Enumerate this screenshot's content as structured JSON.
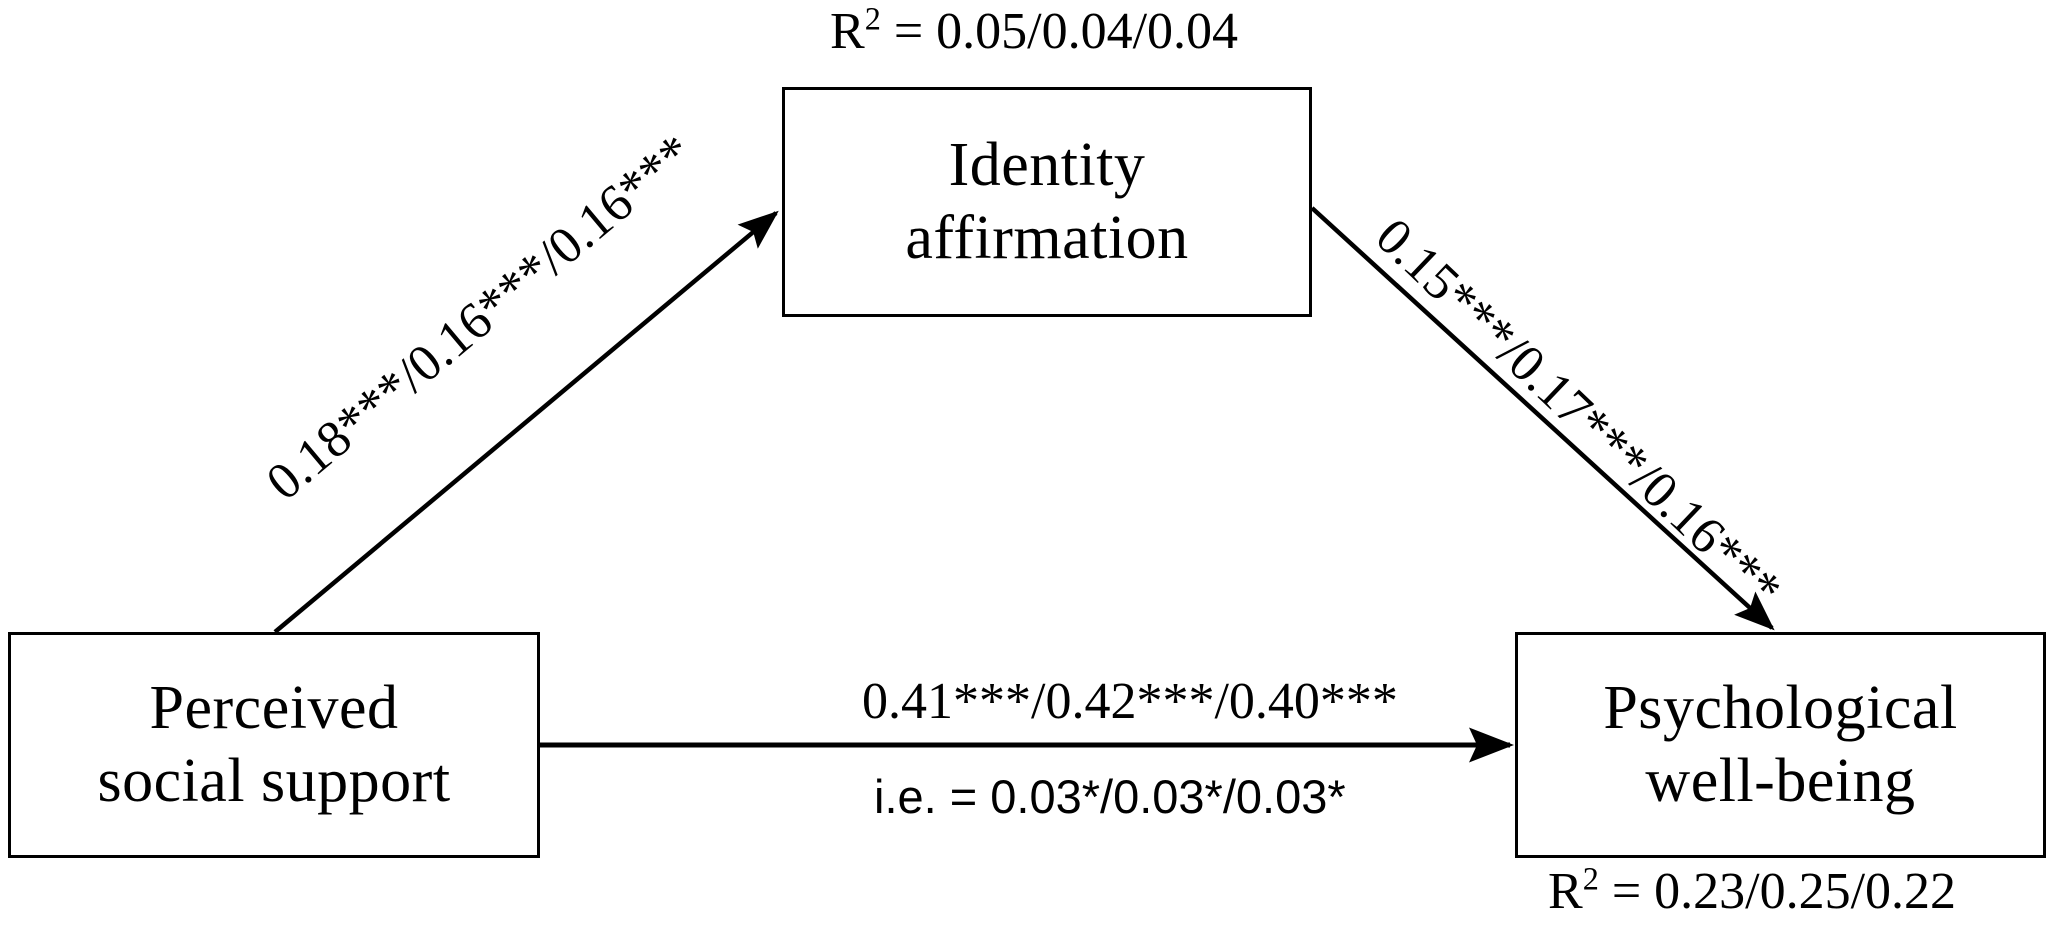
{
  "diagram": {
    "type": "mediation-path-model",
    "nodes": [
      {
        "id": "identity",
        "name": "identity-affirmation",
        "line1": "Identity",
        "line2": "affirmation"
      },
      {
        "id": "support",
        "name": "perceived-social-support",
        "line1": "Perceived",
        "line2": "social support"
      },
      {
        "id": "wellbeing",
        "name": "psychological-well-being",
        "line1": "Psychological",
        "line2": "well-being"
      }
    ],
    "stats": {
      "r2_prefix": "R",
      "r2_exponent": "2",
      "r2_identity_eq": " = 0.05/0.04/0.04",
      "r2_wellbeing_eq": " = 0.23/0.25/0.22",
      "r2_identity_full": "R2 = 0.05/0.04/0.04",
      "r2_wellbeing_full": "R2 = 0.23/0.25/0.22"
    },
    "paths": [
      {
        "id": "a-path",
        "name": "support-to-identity",
        "from": "support",
        "to": "identity",
        "label": "0.18***/0.16***/0.16***",
        "coefficients": [
          0.18,
          0.16,
          0.16
        ],
        "significance": [
          "***",
          "***",
          "***"
        ]
      },
      {
        "id": "b-path",
        "name": "identity-to-wellbeing",
        "from": "identity",
        "to": "wellbeing",
        "label": "0.15***/0.17***/0.16***",
        "coefficients": [
          0.15,
          0.17,
          0.16
        ],
        "significance": [
          "***",
          "***",
          "***"
        ]
      },
      {
        "id": "c-path",
        "name": "support-to-wellbeing-direct",
        "from": "support",
        "to": "wellbeing",
        "label": "0.41***/0.42***/0.40***",
        "coefficients": [
          0.41,
          0.42,
          0.4
        ],
        "significance": [
          "***",
          "***",
          "***"
        ]
      },
      {
        "id": "indirect-effect",
        "name": "indirect-effect",
        "label": "i.e. = 0.03*/0.03*/0.03*",
        "coefficients": [
          0.03,
          0.03,
          0.03
        ],
        "significance": [
          "*",
          "*",
          "*"
        ]
      }
    ],
    "colors": {
      "stroke": "#000000",
      "background": "#ffffff",
      "text": "#000000"
    }
  }
}
